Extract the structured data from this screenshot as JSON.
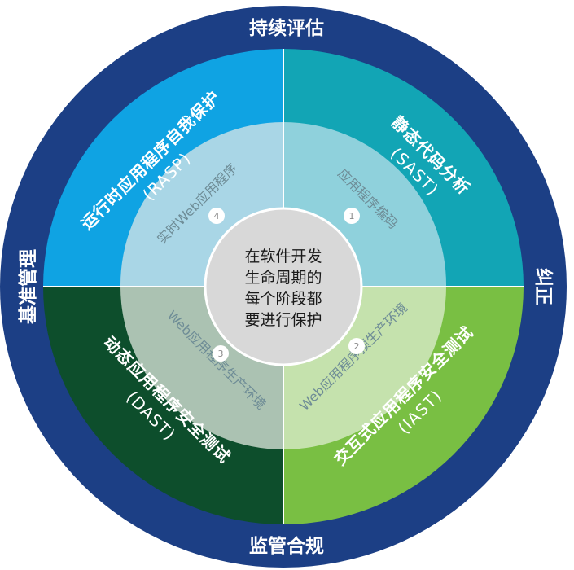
{
  "outer_ring": {
    "top": "持续评估",
    "right": "纠正",
    "bottom": "监管合规",
    "left": "基准管理"
  },
  "quadrants": {
    "top_right": {
      "title": "静态代码分析",
      "abbr": "(SAST)"
    },
    "bottom_right": {
      "title": "交互式应用程序安全测试",
      "abbr": "(IAST)"
    },
    "bottom_left": {
      "title": "动态应用程序安全测试",
      "abbr": "(DAST)"
    },
    "top_left": {
      "title": "运行时应用程序自我保护",
      "abbr": "(RASP)"
    }
  },
  "inner_stages": {
    "top_right": {
      "number": "1",
      "label": "应用程序编码"
    },
    "bottom_right": {
      "number": "2",
      "label": "Web应用程序预生产环境"
    },
    "bottom_left": {
      "number": "3",
      "label": "Web应用程序生产环境"
    },
    "top_left": {
      "number": "4",
      "label": "实时Web应用程序"
    }
  },
  "center": {
    "lines": [
      "在软件开发",
      "生命周期的",
      "每个阶段都",
      "要进行保护"
    ]
  },
  "colors": {
    "outer_ring": "#1c3f85",
    "top_right": "#12a5b5",
    "bottom_right": "#79bf43",
    "bottom_left": "#0d4e2c",
    "top_left": "#0fa3e3",
    "inner_top_right": "#8fd1dc",
    "inner_bottom_right": "#c5e2ad",
    "inner_bottom_left": "#abc2b2",
    "inner_top_left": "#a9d6e6",
    "center": "#d8d8d8"
  }
}
